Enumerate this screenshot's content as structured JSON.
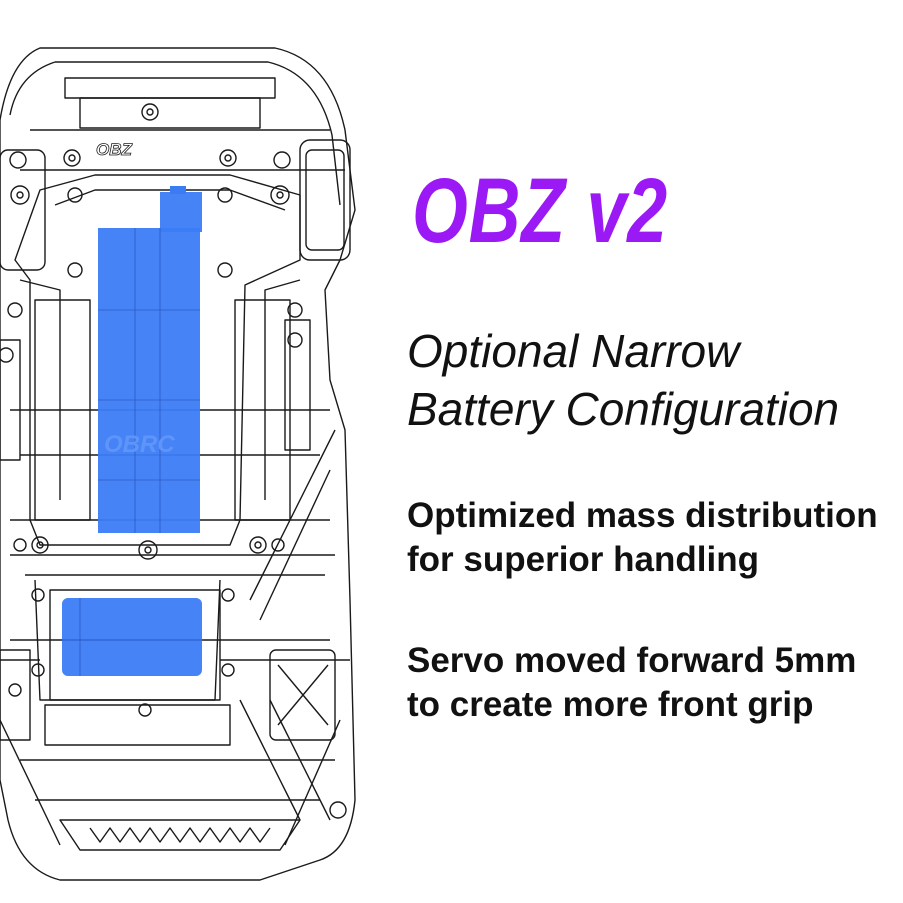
{
  "heading": {
    "title": "OBZ v2",
    "title_color": "#9b19f5",
    "subtitle_lines": [
      "Optional Narrow",
      "Battery Configuration"
    ]
  },
  "features": [
    {
      "lines": [
        "Optimized mass distribution",
        "for superior handling"
      ]
    },
    {
      "lines": [
        "Servo moved forward 5mm",
        "to create more front grip"
      ]
    }
  ],
  "drawing": {
    "stamp_top": "OBZ",
    "stamp_battery": "OBRC",
    "line_color": "#1a1a1a",
    "battery_color": "#3b7cf5",
    "servo_color": "#3b7cf5"
  }
}
